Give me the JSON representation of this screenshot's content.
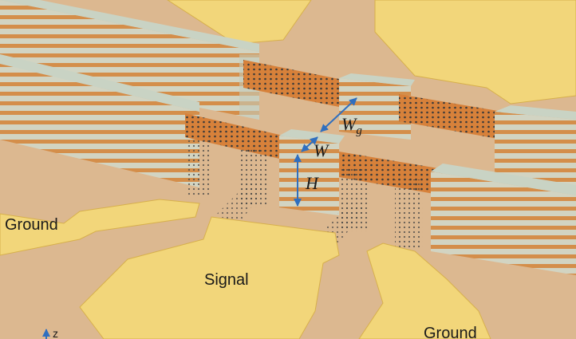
{
  "labels": {
    "ground_left": "Ground",
    "signal": "Signal",
    "ground_right": "Ground",
    "axis_z": "z"
  },
  "dimensions": {
    "wg_main": "W",
    "wg_sub": "g",
    "w": "W",
    "h": "H"
  },
  "colors": {
    "substrate": "#dcb890",
    "gold_pad": "#f2d67a",
    "gold_pad_edge": "#d7b04c",
    "layer_light": "#d4d6c4",
    "layer_orange": "#d8924a",
    "cap_top": "#c9d3c4",
    "arrow": "#2f6fbf"
  }
}
